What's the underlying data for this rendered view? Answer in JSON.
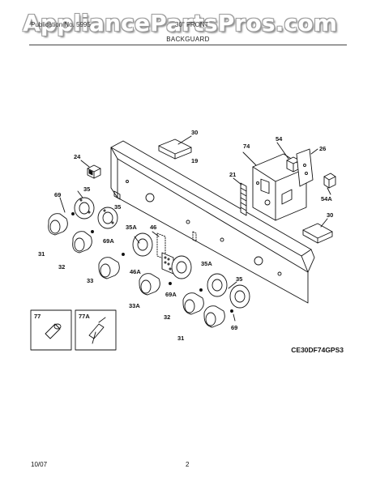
{
  "header": {
    "watermark": "AppliancePartsPros.com",
    "left": "Publication No. 5995",
    "right": "30\" FRONT",
    "section_title": "BACKGUARD"
  },
  "diagram": {
    "labels": {
      "p30a": "30",
      "p24": "24",
      "p19": "19",
      "p74": "74",
      "p54": "54",
      "p26": "26",
      "p21": "21",
      "p54a": "54A",
      "p69a": "69",
      "p35a": "35",
      "p35b": "35",
      "p30b": "30",
      "p31a": "31",
      "p32a": "32",
      "p69aA": "69A",
      "p35aA": "35A",
      "p46": "46",
      "p46a": "46A",
      "p33": "33",
      "p35aB": "35A",
      "p33a": "33A",
      "p69aB": "69A",
      "p35c": "35",
      "p32b": "32",
      "p31b": "31",
      "p69b": "69",
      "p77": "77",
      "p77a": "77A"
    },
    "model_code": "CE30DF74GPS3"
  },
  "footer": {
    "date": "10/07",
    "page": "2"
  }
}
